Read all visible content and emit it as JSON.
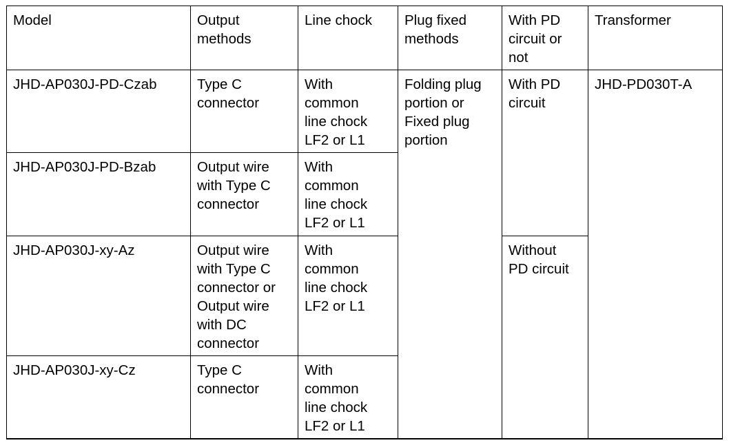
{
  "document": {
    "kind": "specification-table",
    "background_color": "#ffffff",
    "text_color": "#000000",
    "border_color": "#000000"
  },
  "table": {
    "headers": [
      "Model",
      "Output\nmethods",
      "Line chock",
      "Plug fixed\nmethods",
      "With PD\ncircuit or\nnot",
      "Transformer"
    ],
    "rows": [
      {
        "model": "JHD-AP030J-PD-Czab",
        "output_methods": "Type C\nconnector",
        "line_chock": "With\ncommon\nline chock\nLF2 or L1",
        "plug_fixed_methods": "Folding plug\nportion or\nFixed plug\nportion",
        "pd_circuit": "With PD\ncircuit",
        "transformer": "JHD-PD030T-A"
      },
      {
        "model": "JHD-AP030J-PD-Bzab",
        "output_methods": "Output wire\nwith Type C\nconnector",
        "line_chock": "With\ncommon\nline chock\nLF2 or L1",
        "plug_fixed_methods": "",
        "pd_circuit": "",
        "transformer": ""
      },
      {
        "model": "JHD-AP030J-xy-Az",
        "output_methods": "Output wire\nwith Type C\nconnector or\nOutput wire\nwith DC\nconnector",
        "line_chock": "With\ncommon\nline chock\nLF2 or L1",
        "plug_fixed_methods": "",
        "pd_circuit": "Without\nPD circuit",
        "transformer": ""
      },
      {
        "model": "JHD-AP030J-xy-Cz",
        "output_methods": "Type C\nconnector",
        "line_chock": "With\ncommon\nline chock\nLF2 or L1",
        "plug_fixed_methods": "",
        "pd_circuit": "",
        "transformer": ""
      }
    ]
  }
}
